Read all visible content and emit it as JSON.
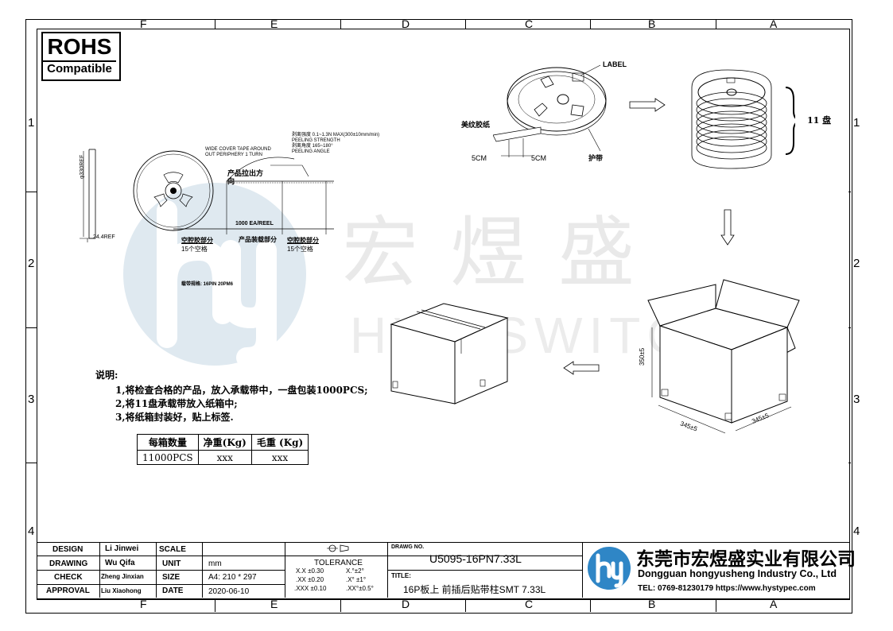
{
  "columns_top": [
    "F",
    "E",
    "D",
    "C",
    "B",
    "A"
  ],
  "columns_bottom": [
    "F",
    "E",
    "D",
    "C",
    "B",
    "A"
  ],
  "rows_left": [
    "1",
    "2",
    "3",
    "4"
  ],
  "rows_right": [
    "1",
    "2",
    "3",
    "4"
  ],
  "rohs": {
    "title": "ROHS",
    "subtitle": "Compatible"
  },
  "watermark": {
    "chinese": "宏煜盛",
    "english": "HYS SWITCH"
  },
  "reel_drawing": {
    "cover_tape_note": "WIDE COVER TAPE AROUND OUT PERIPHERY 1 TURN",
    "peel_force": "剥离强度 0.1~1.3N MAX(300±10mm/min)",
    "peel_strength": "PEELING STRENGTH",
    "peel_angle_cn": "剥离角度 165~180°",
    "peel_angle": "PEELING ANGLE",
    "pull_direction": "产品拉出方向",
    "diameter": "φ330REF",
    "width": "24.4REF",
    "quantity": "1000 EA/REEL",
    "empty_left": "空腔胶部分",
    "empty_left_count": "15个空格",
    "loaded": "产品装载部分",
    "empty_right": "空腔胶部分",
    "empty_right_count": "15个空格",
    "tape_spec": "载带规格: 16PIN  20PM6"
  },
  "reel_3d": {
    "label": "LABEL",
    "tape_cn": "美纹胶纸",
    "protect": "护带",
    "dim1": "5CM",
    "dim2": "5CM"
  },
  "stack": {
    "count": "11 盘"
  },
  "box_open": {
    "height": "350±5",
    "w1": "345±5",
    "w2": "345±5"
  },
  "notes": {
    "title": "说明:",
    "lines": [
      "1,将检查合格的产品，放入承载带中，一盘包装1000PCS;",
      "2,将11盘承载带放入纸箱中;",
      "3,将纸箱封装好，贴上标签."
    ]
  },
  "pack_table": {
    "headers": [
      "每箱数量",
      "净重(Kg)",
      "毛重 (Kg)"
    ],
    "row": [
      "11000PCS",
      "xxx",
      "xxx"
    ]
  },
  "title_block": {
    "design_label": "DESIGN",
    "design": "Li Jinwei",
    "drawing_label": "DRAWING",
    "drawing": "Wu Qifa",
    "check_label": "CHECK",
    "check": "Zheng Jinxian",
    "approval_label": "APPROVAL",
    "approval": "Liu Xiaohong",
    "scale_label": "SCALE",
    "scale": "",
    "unit_label": "UNIT",
    "unit": "mm",
    "size_label": "SIZE",
    "size": "A4: 210 * 297",
    "date_label": "DATE",
    "date": "2020-06-10",
    "tolerance_title": "TOLERANCE",
    "tol": [
      [
        "X.X  ±0.30",
        "X.°±2°"
      ],
      [
        ".XX  ±0.20",
        ".X° ±1°"
      ],
      [
        ".XXX  ±0.10",
        ".XX°±0.5°"
      ]
    ],
    "dwg_label": "DRAWG NO.",
    "dwg_no": "U5095-16PN7.33L",
    "title_label": "TITLE:",
    "title": "16P板上 前插后贴带柱SMT  7.33L",
    "company_cn": "东莞市宏煜盛实业有限公司",
    "company_en": "Dongguan hongyusheng Industry Co., Ltd",
    "contact": "TEL: 0769-81230179  https://www.hystypec.com"
  },
  "colors": {
    "watermark": "#e6ecef",
    "logo_blue": "#2f86c6"
  }
}
